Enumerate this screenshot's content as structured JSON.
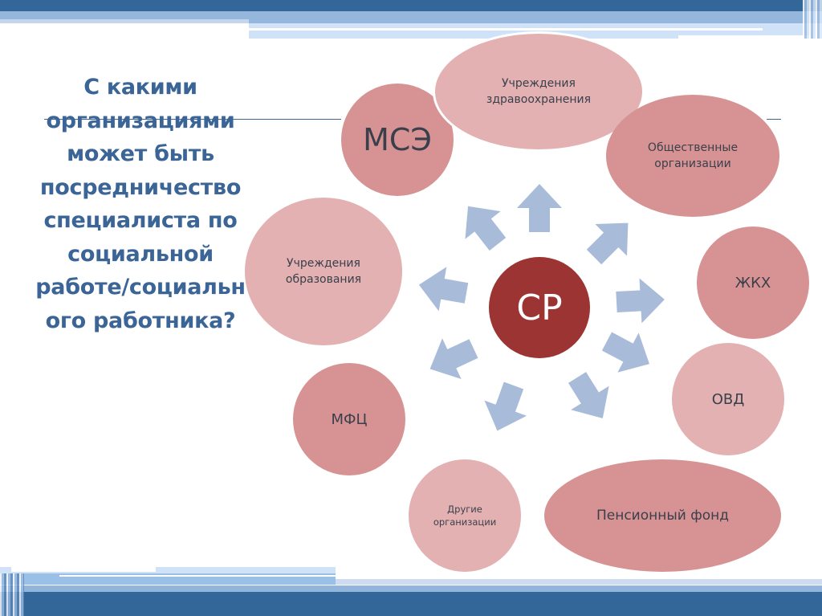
{
  "slide": {
    "question": "С какими организациями может быть посредничество специалиста по социальной работе/социального работника?",
    "question_lines": [
      "С какими",
      "организациями",
      "может быть",
      "посредничество",
      "специалиста по",
      "социальной",
      "работе/социальн",
      "ого работника?"
    ]
  },
  "diagram": {
    "center": {
      "label": "СР",
      "color": "#9b3432"
    },
    "arrow_color": "#a8bcd9",
    "nodes": [
      {
        "id": "mse",
        "label": "МСЭ",
        "color": "#d79393"
      },
      {
        "id": "health",
        "label_lines": [
          "Учреждения",
          "здравоохранения"
        ],
        "color": "#e3b1b1"
      },
      {
        "id": "public",
        "label_lines": [
          "Общественные",
          "организации"
        ],
        "color": "#d79393"
      },
      {
        "id": "zhkh",
        "label": "ЖКХ",
        "color": "#d79393"
      },
      {
        "id": "ovd",
        "label": "ОВД",
        "color": "#e3b1b1"
      },
      {
        "id": "pension",
        "label": "Пенсионный фонд",
        "color": "#d79393"
      },
      {
        "id": "other",
        "label_lines": [
          "Другие",
          "организации"
        ],
        "color": "#e3b1b1"
      },
      {
        "id": "mfc",
        "label": "МФЦ",
        "color": "#d79393"
      },
      {
        "id": "education",
        "label_lines": [
          "Учреждения",
          "образования"
        ],
        "color": "#e3b1b1"
      }
    ]
  },
  "theme": {
    "title_color": "#3b6596",
    "band_dark": "#336699",
    "band_mid": "#95b7dc",
    "band_light": "#cfe2f7"
  }
}
